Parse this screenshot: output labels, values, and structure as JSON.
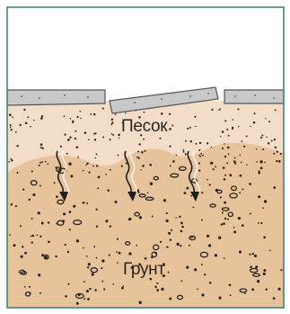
{
  "diagram": {
    "labels": {
      "sand": "Песок",
      "soil": "Грунт"
    },
    "colors": {
      "frame": "#3c7d6a",
      "sky": "#ffffff",
      "sand_layer": "#f3ddc8",
      "soil_layer": "#e6c39a",
      "paver": "#c8c8c8",
      "paver_edge": "#555555",
      "ink": "#2a2520"
    },
    "elements": {
      "pavers": [
        "paver-left",
        "paver-middle",
        "paver-right"
      ],
      "drain_arrows": [
        "drain-arrow-1",
        "drain-arrow-2",
        "drain-arrow-3"
      ]
    }
  }
}
